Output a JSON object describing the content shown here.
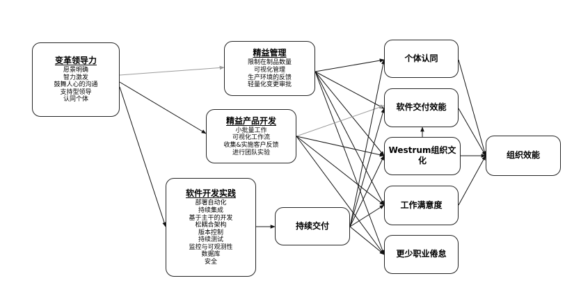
{
  "nodes": {
    "transformational_leadership": {
      "title": "变革领导力",
      "items": [
        "愿景明确",
        "智力激发",
        "鼓舞人心的沟通",
        "支持型领导",
        "认同个体"
      ]
    },
    "lean_management": {
      "title": "精益管理",
      "items": [
        "限制在制品数量",
        "可视化管理",
        "生产环境的反馈",
        "轻量化变更审批"
      ]
    },
    "lean_product_development": {
      "title": "精益产品开发",
      "items": [
        "小批量工作",
        "可视化工作流",
        "收集&实施客户反馈",
        "进行团队实验"
      ]
    },
    "software_dev_practices": {
      "title": "软件开发实践",
      "items": [
        "部署自动化",
        "持续集成",
        "基于主干的开发",
        "松耦合架构",
        "版本控制",
        "持续测试",
        "监控与可观测性",
        "数据库",
        "安全"
      ]
    },
    "continuous_delivery": {
      "title": "持续交付"
    },
    "individual_identity": {
      "title": "个体认同"
    },
    "software_delivery_performance": {
      "title": "软件交付效能"
    },
    "westrum_culture": {
      "title": "Westrum组织文化"
    },
    "job_satisfaction": {
      "title": "工作满意度"
    },
    "less_burnout": {
      "title": "更少职业倦怠"
    },
    "organizational_performance": {
      "title": "组织效能"
    }
  },
  "colors": {
    "edge": "#111111",
    "edge_light": "#9a9a9a",
    "border": "#222222"
  }
}
